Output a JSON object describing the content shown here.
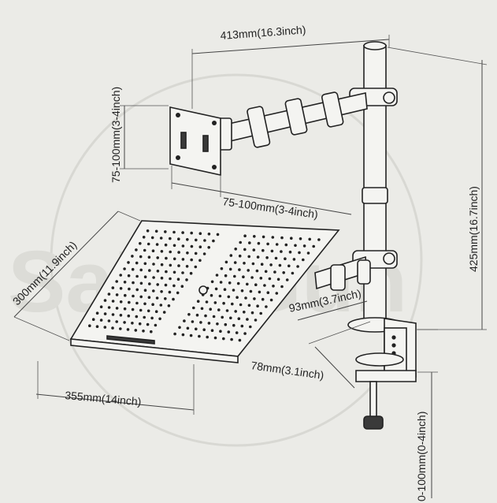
{
  "dimensions": {
    "arm_reach": "413mm(16.3inch)",
    "height": "425mm(16.7inch)",
    "vesa_vertical": "75-100mm(3-4inch)",
    "vesa_horizontal": "75-100mm(3-4inch)",
    "tray_depth": "300mm(11.9inch)",
    "tray_width": "355mm(14inch)",
    "base_width": "93mm(3.7inch)",
    "base_depth": "78mm(3.1inch)",
    "clamp_range": "0-100mm(0-4inch)"
  },
  "watermark": {
    "text": "SaMaGun"
  },
  "colors": {
    "background": "#ebebe7",
    "line": "#222222",
    "fill": "#f4f4f1"
  }
}
